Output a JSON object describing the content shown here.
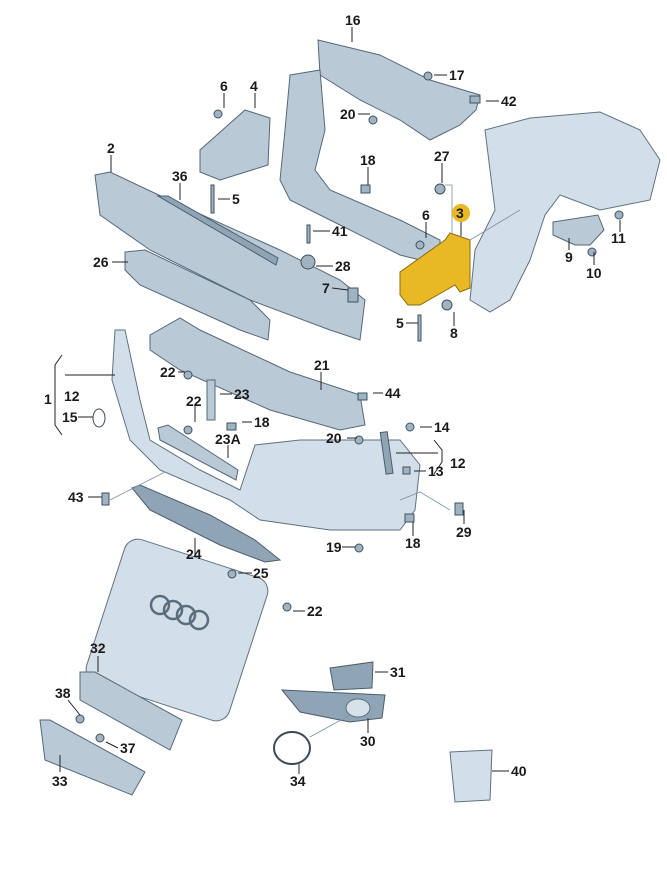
{
  "diagram": {
    "highlight_color": "#e8b923",
    "part_color": "#b9cad6",
    "callouts": [
      {
        "id": "c16",
        "text": "16"
      },
      {
        "id": "c17",
        "text": "17"
      },
      {
        "id": "c42",
        "text": "42"
      },
      {
        "id": "c20a",
        "text": "20"
      },
      {
        "id": "c6a",
        "text": "6"
      },
      {
        "id": "c4",
        "text": "4"
      },
      {
        "id": "c2",
        "text": "2"
      },
      {
        "id": "c36",
        "text": "36"
      },
      {
        "id": "c5a",
        "text": "5"
      },
      {
        "id": "c18a",
        "text": "18"
      },
      {
        "id": "c27",
        "text": "27"
      },
      {
        "id": "c3",
        "text": "3"
      },
      {
        "id": "c6b",
        "text": "6"
      },
      {
        "id": "c41",
        "text": "41"
      },
      {
        "id": "c28",
        "text": "28"
      },
      {
        "id": "c26",
        "text": "26"
      },
      {
        "id": "c7",
        "text": "7"
      },
      {
        "id": "c5b",
        "text": "5"
      },
      {
        "id": "c8",
        "text": "8"
      },
      {
        "id": "c9",
        "text": "9"
      },
      {
        "id": "c10",
        "text": "10"
      },
      {
        "id": "c11",
        "text": "11"
      },
      {
        "id": "c21",
        "text": "21"
      },
      {
        "id": "c44",
        "text": "44"
      },
      {
        "id": "c1",
        "text": "1"
      },
      {
        "id": "c12a",
        "text": "12"
      },
      {
        "id": "c15",
        "text": "15"
      },
      {
        "id": "c22a",
        "text": "22"
      },
      {
        "id": "c23",
        "text": "23"
      },
      {
        "id": "c22b",
        "text": "22"
      },
      {
        "id": "c18b",
        "text": "18"
      },
      {
        "id": "c23A",
        "text": "23A"
      },
      {
        "id": "c14",
        "text": "14"
      },
      {
        "id": "c20b",
        "text": "20"
      },
      {
        "id": "c13",
        "text": "13"
      },
      {
        "id": "c12b",
        "text": "12"
      },
      {
        "id": "c43",
        "text": "43"
      },
      {
        "id": "c29",
        "text": "29"
      },
      {
        "id": "c18c",
        "text": "18"
      },
      {
        "id": "c24",
        "text": "24"
      },
      {
        "id": "c19",
        "text": "19"
      },
      {
        "id": "c25",
        "text": "25"
      },
      {
        "id": "c22c",
        "text": "22"
      },
      {
        "id": "c32",
        "text": "32"
      },
      {
        "id": "c31",
        "text": "31"
      },
      {
        "id": "c38",
        "text": "38"
      },
      {
        "id": "c37",
        "text": "37"
      },
      {
        "id": "c30",
        "text": "30"
      },
      {
        "id": "c33",
        "text": "33"
      },
      {
        "id": "c34",
        "text": "34"
      },
      {
        "id": "c40",
        "text": "40"
      }
    ]
  }
}
